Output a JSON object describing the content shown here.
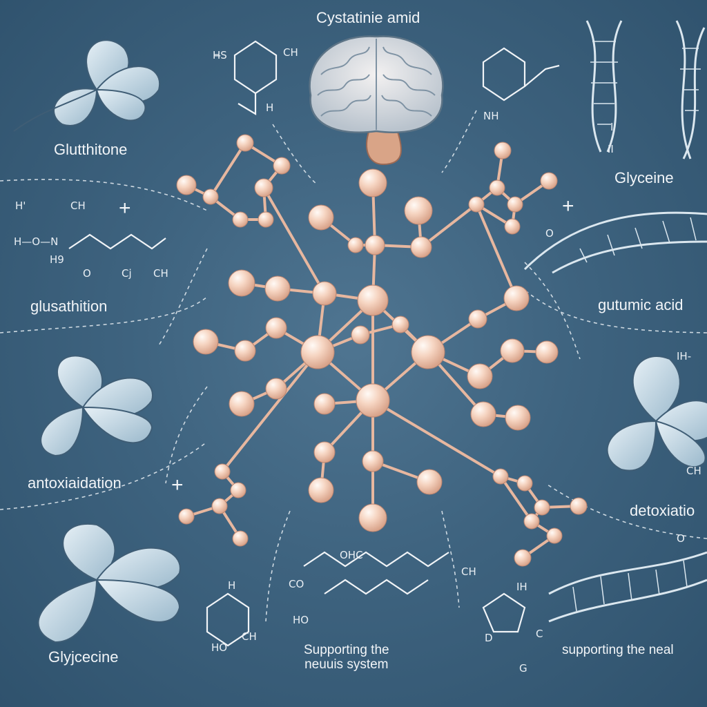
{
  "labels": {
    "top_title": "Cystatinie amid",
    "glutthitone": "Glutthitone",
    "glyceine": "Glyceine",
    "glusathition": "glusathition",
    "gutumic_acid": "gutumic acid",
    "antoxidation": "antoxiaidation",
    "detoxiation": "detoxiatio",
    "glyjcecine": "Glyjcecine",
    "supporting_left": "Supporting the",
    "supporting_left_2": "neuuis system",
    "supporting_right": "supporting the neal"
  },
  "chem_text": {
    "hs": "H̶S",
    "ch_top": "CH",
    "h_top": "H",
    "nh": "NH",
    "h_left": "H'",
    "ch_left": "CH",
    "ho_n": "H—O—N",
    "h9": "H9",
    "o_left": "O",
    "cj": "Cj",
    "ch_left2": "CH",
    "ih": "IH-",
    "ch_right": "CH",
    "o_right": "O",
    "ohc": "OHC",
    "co": "CO",
    "ho": "HO",
    "ch_bot": "CH",
    "ho_bot": "HO",
    "ch_bot2": "CH",
    "h_bot": "H",
    "ih_bot": "IH",
    "c_bot": "C",
    "g_bot": "G",
    "plus": "+",
    "i1": "I",
    "ii": "II",
    "o": "O",
    "d": "D"
  },
  "colors": {
    "background": "#3e637f",
    "atom": "#f4cdb8",
    "bond": "#e7b79f",
    "leaf": "#c7dbe8",
    "line": "#f1f4f7"
  },
  "icons": [
    "brain-icon",
    "dna-helix-icon",
    "leaf-icon",
    "molecule-icon"
  ]
}
